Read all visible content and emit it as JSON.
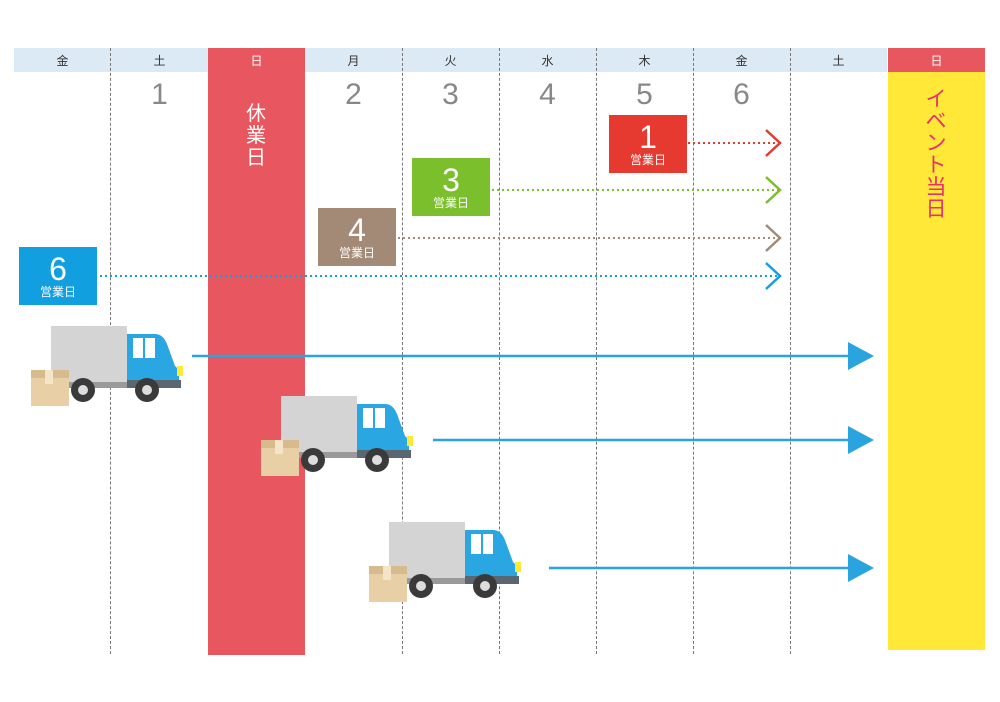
{
  "header": {
    "days": [
      "金",
      "土",
      "日",
      "月",
      "火",
      "水",
      "木",
      "金",
      "土",
      "日"
    ],
    "dates": [
      "",
      "1",
      "",
      "2",
      "3",
      "4",
      "5",
      "6",
      "",
      ""
    ]
  },
  "holiday": {
    "label": "休業日"
  },
  "event": {
    "label": "イベント当日"
  },
  "badges": [
    {
      "num": "1",
      "label": "営業日",
      "color": "#e6392f"
    },
    {
      "num": "3",
      "label": "営業日",
      "color": "#7cbf2d"
    },
    {
      "num": "4",
      "label": "営業日",
      "color": "#a38a76"
    },
    {
      "num": "6",
      "label": "営業日",
      "color": "#129fe0"
    }
  ],
  "colors": {
    "header_bg": "#dceaf5",
    "header_holiday_bg": "#e8575f",
    "arrow": "#2aa4de",
    "truck_body": "#2aa7e2",
    "truck_cargo": "#d4d4d4",
    "parcel": "#e8cfa6"
  }
}
